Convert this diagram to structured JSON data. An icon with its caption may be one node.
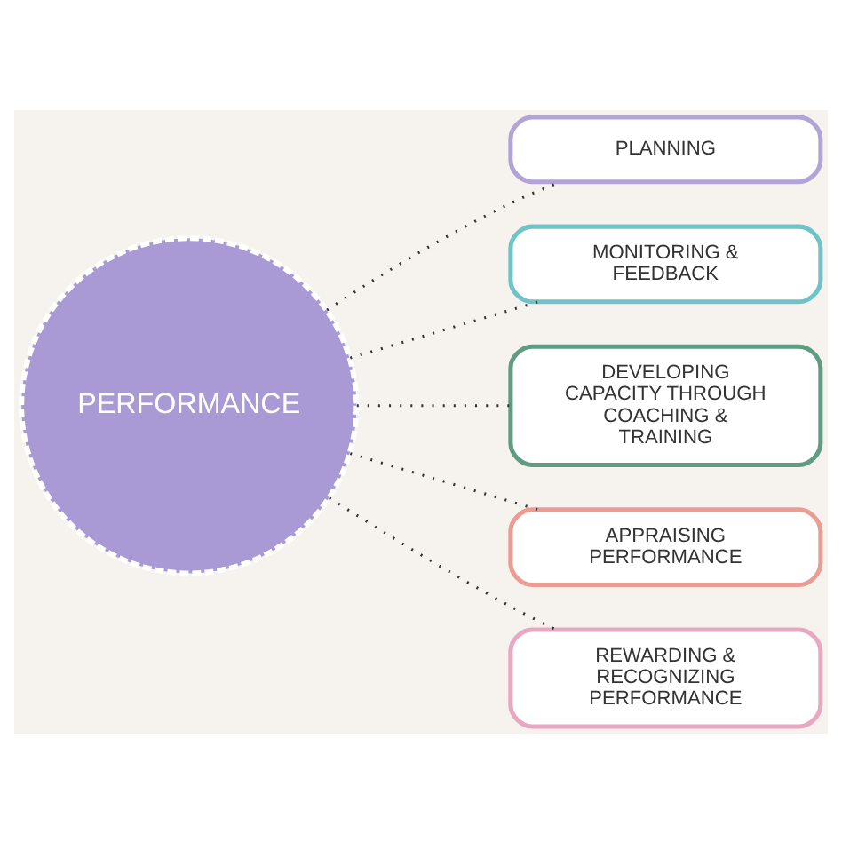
{
  "diagram": {
    "nodes": [
      {
        "text": [
          "PERFORMANCE"
        ]
      },
      {
        "text": [
          "PLANNING"
        ]
      },
      {
        "text": [
          "MONITORING & FEEDBACK"
        ]
      },
      {
        "text": [
          "DEVELOPING CAPACITY THROUGH COACHING & TRAINING"
        ]
      },
      {
        "text": [
          "APPRAISING PERFORMANCE"
        ]
      },
      {
        "text": [
          "REWARDING & RECOGNIZING PERFORMANCE"
        ]
      }
    ],
    "edges": [
      {
        "from": 0,
        "to": 1,
        "arrow": "none",
        "style": "dashed"
      },
      {
        "from": 0,
        "to": 2,
        "arrow": "none",
        "style": "dashed"
      },
      {
        "from": 0,
        "to": 3,
        "arrow": "none",
        "style": "dashed"
      },
      {
        "from": 0,
        "to": 4,
        "arrow": "none",
        "style": "dashed"
      },
      {
        "from": 0,
        "to": 5,
        "arrow": "none",
        "style": "dashed"
      }
    ]
  }
}
